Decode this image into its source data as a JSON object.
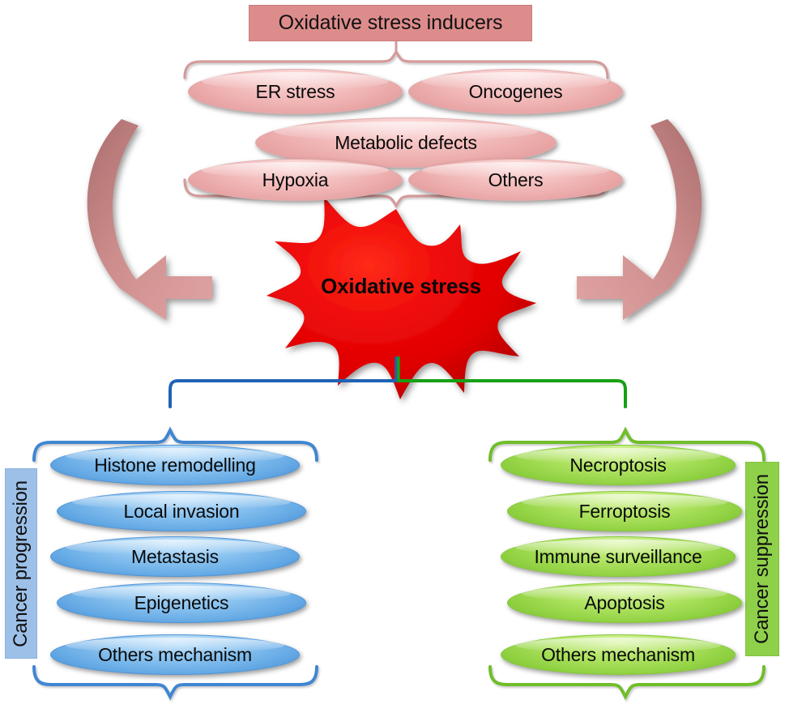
{
  "title": "Oxidative stress in cancer: inducers and downstream outcomes",
  "colors": {
    "inducer_header": "#DD8C8C",
    "inducer_ellipse": "#F0B8B8",
    "bracket_pink": "#D99A9A",
    "arrow_pink": "#DB9595",
    "core_red": "#E30613",
    "progression_blue": "#4F94D8",
    "progression_box": "#9CC0E8",
    "suppression_green": "#6FBE2A",
    "suppression_box": "#8ED04A",
    "connector_blue": "#1F63B5",
    "connector_green": "#16A013",
    "text": "#0A0A0A"
  },
  "header": {
    "label": "Oxidative stress inducers",
    "name": "oxidative-stress-inducers-header"
  },
  "inducers": {
    "bracket_top_name": "inducers-top-brace",
    "bracket_bottom_name": "inducers-bottom-brace",
    "items": [
      {
        "label": "ER stress",
        "name": "inducer-er-stress"
      },
      {
        "label": "Oncogenes",
        "name": "inducer-oncogenes"
      },
      {
        "label": "Metabolic defects",
        "name": "inducer-metabolic-defects"
      },
      {
        "label": "Hypoxia",
        "name": "inducer-hypoxia"
      },
      {
        "label": "Others",
        "name": "inducer-others"
      }
    ]
  },
  "arrows": {
    "left": {
      "name": "left-feedback-arrow",
      "direction": "clockwise-down-right"
    },
    "right": {
      "name": "right-feedback-arrow",
      "direction": "counterclockwise-down-left"
    }
  },
  "core": {
    "label": "Oxidative stress",
    "name": "oxidative-stress-burst",
    "shape": "starburst"
  },
  "branches": {
    "left": {
      "side_label": "Cancer progression",
      "side_label_name": "cancer-progression-side-label",
      "accent": "#4F94D8",
      "items": [
        {
          "label": "Histone remodelling",
          "name": "progression-histone-remodelling"
        },
        {
          "label": "Local invasion",
          "name": "progression-local-invasion"
        },
        {
          "label": "Metastasis",
          "name": "progression-metastasis"
        },
        {
          "label": "Epigenetics",
          "name": "progression-epigenetics"
        },
        {
          "label": "Others mechanism",
          "name": "progression-others-mechanism"
        }
      ]
    },
    "right": {
      "side_label": "Cancer suppression",
      "side_label_name": "cancer-suppression-side-label",
      "accent": "#6FBE2A",
      "items": [
        {
          "label": "Necroptosis",
          "name": "suppression-necroptosis"
        },
        {
          "label": "Ferroptosis",
          "name": "suppression-ferroptosis"
        },
        {
          "label": "Immune surveillance",
          "name": "suppression-immune-surveillance"
        },
        {
          "label": "Apoptosis",
          "name": "suppression-apoptosis"
        },
        {
          "label": "Others mechanism",
          "name": "suppression-others-mechanism"
        }
      ]
    }
  }
}
